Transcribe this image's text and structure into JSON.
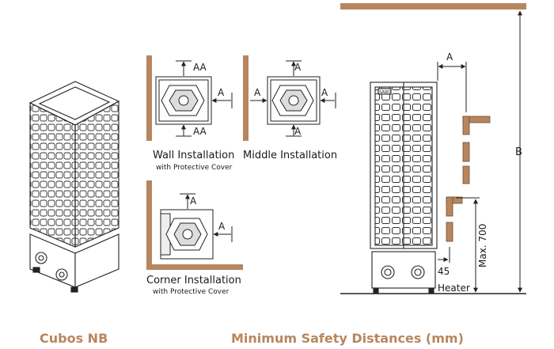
{
  "captions": {
    "product": "Cubos NB",
    "distances": "Minimum Safety Distances (mm)"
  },
  "installations": {
    "wall": {
      "title": "Wall Installation",
      "subtitle": "with Protective Cover"
    },
    "middle": {
      "title": "Middle Installation"
    },
    "corner": {
      "title": "Corner Installation",
      "subtitle": "with Protective Cover"
    }
  },
  "dimensions": {
    "aa": "AA",
    "a": "A",
    "b": "B",
    "max_height": "Max. 700",
    "offset": "45",
    "heater": "Heater",
    "brand": "SAWO"
  },
  "colors": {
    "wood": "#b8865e",
    "line": "#222222",
    "caption": "#b8865e"
  }
}
